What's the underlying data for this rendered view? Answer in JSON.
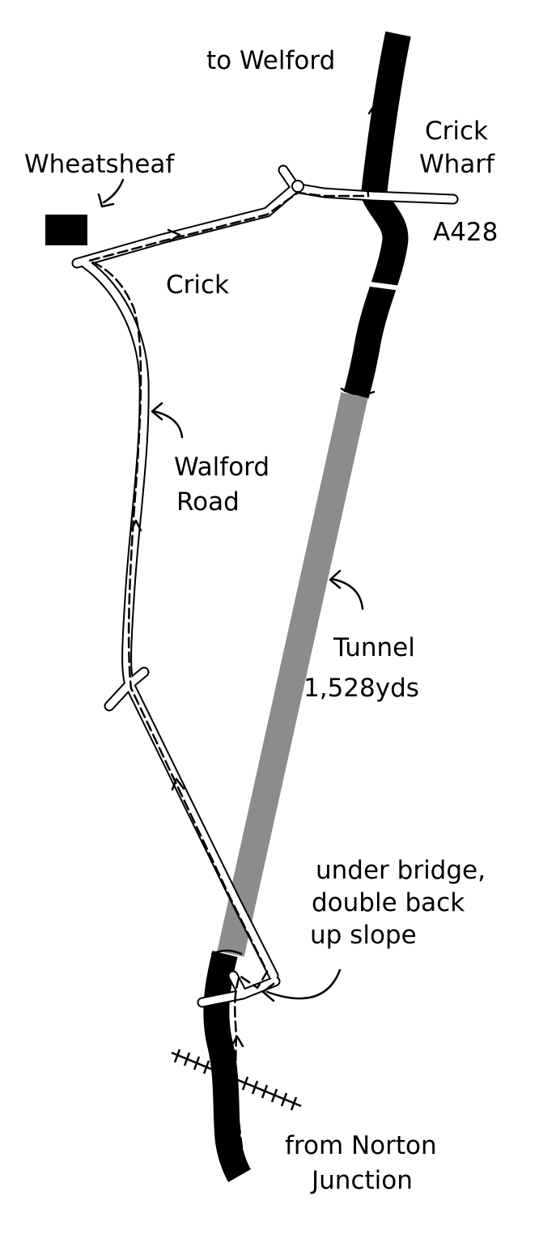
{
  "map": {
    "title_features": {
      "canal_color": "#000000",
      "tunnel_color": "#8c8c8c"
    },
    "labels": {
      "to_welford": "to Welford",
      "crick_wharf_1": "Crick",
      "crick_wharf_2": "Wharf",
      "wheatsheaf": "Wheatsheaf",
      "a428": "A428",
      "crick": "Crick",
      "walford_road_1": "Walford",
      "walford_road_2": "Road",
      "tunnel_1": "Tunnel",
      "tunnel_2": "1,528yds",
      "bridge_1": "under bridge,",
      "bridge_2": "double back",
      "bridge_3": "up slope",
      "norton_1": "from Norton",
      "norton_2": "Junction"
    }
  }
}
